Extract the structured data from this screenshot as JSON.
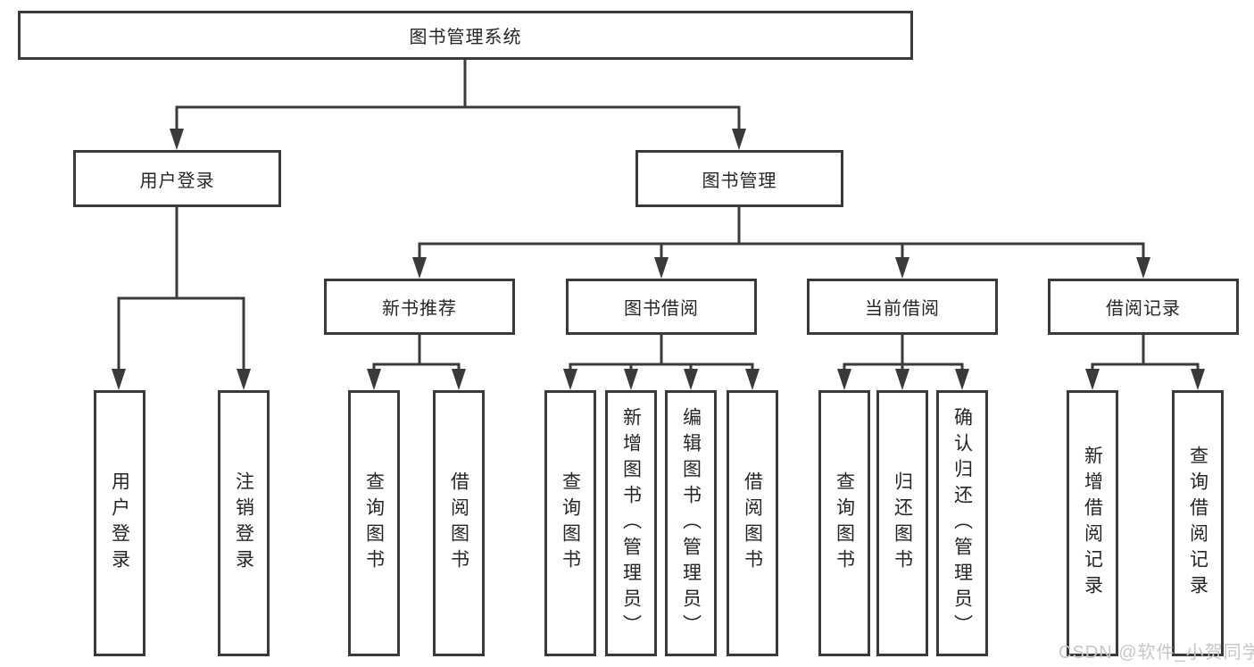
{
  "watermark": "CSDN @软件_小贺同学",
  "colors": {
    "line": "#3a3a3a",
    "text": "#262626",
    "watermark": "#c7c7c5"
  },
  "nodes": {
    "root": "图书管理系统",
    "user_login": "用户登录",
    "book_mgmt": "图书管理",
    "new_book_rec": "新书推荐",
    "book_borrow": "图书借阅",
    "current_borrow": "当前借阅",
    "borrow_record": "借阅记录",
    "leaf_user_login": "用户登录",
    "leaf_logout": "注销登录",
    "leaf_rec_query": "查询图书",
    "leaf_rec_borrow": "借阅图书",
    "leaf_bor_query": "查询图书",
    "leaf_bor_add": "新增图书（管理员）",
    "leaf_bor_edit": "编辑图书（管理员）",
    "leaf_bor_borrow": "借阅图书",
    "leaf_cur_query": "查询图书",
    "leaf_cur_return": "归还图书",
    "leaf_cur_confirm": "确认归还（管理员）",
    "leaf_record_add": "新增借阅记录",
    "leaf_record_query": "查询借阅记录"
  }
}
